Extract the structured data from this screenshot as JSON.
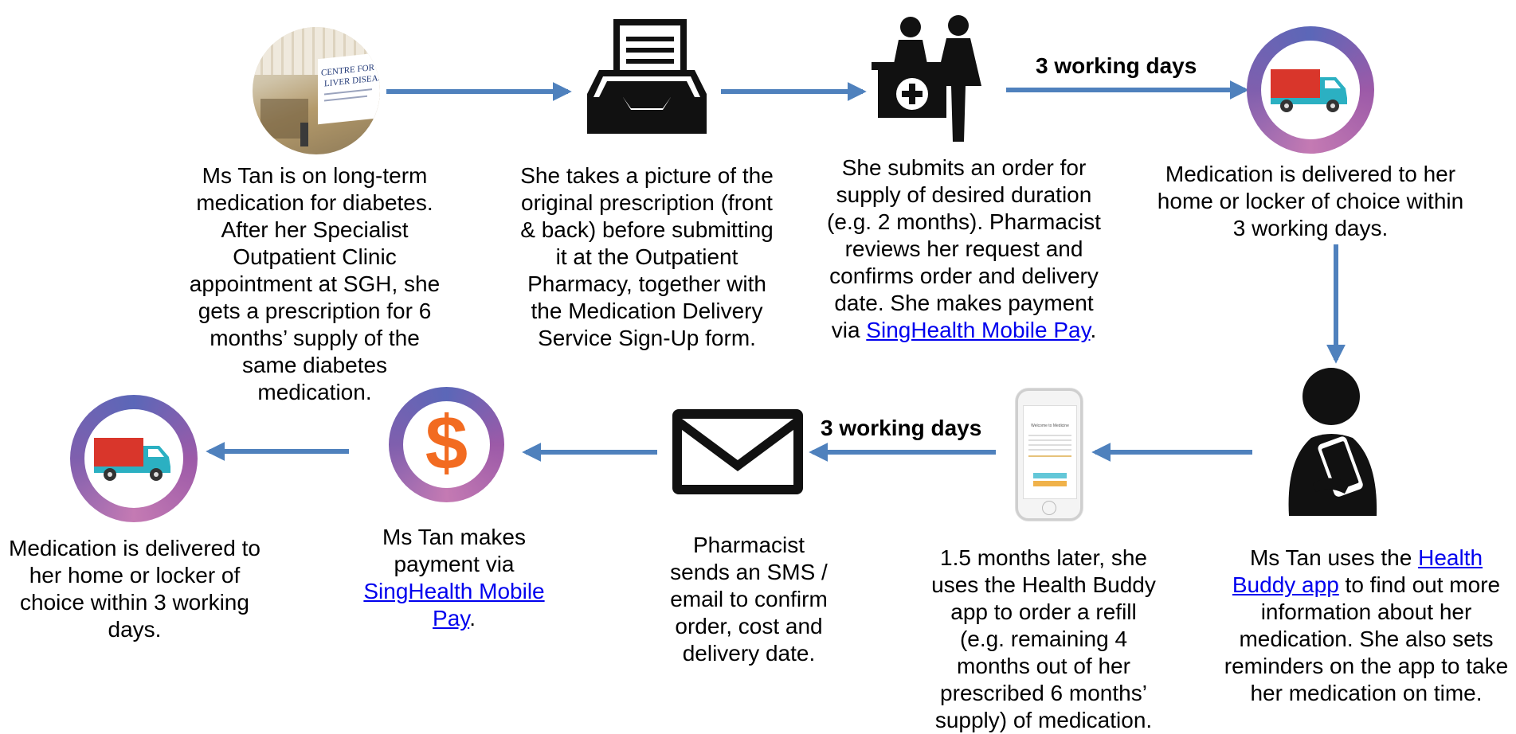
{
  "steps": {
    "step1": "Ms Tan is on long-term medication for diabetes. After her Specialist Outpatient Clinic appointment at SGH, she gets a prescription for 6 months’ supply of the same diabetes medication.",
    "step2": "She takes a picture of the original prescription (front & back) before submitting it at the Outpatient Pharmacy, together with the Medication Delivery Service Sign-Up form.",
    "step3_pre": "She submits an order for supply of desired duration (e.g. 2 months). Pharmacist reviews her request and confirms order and delivery date. She makes payment via ",
    "step3_link": "SingHealth Mobile Pay",
    "step3_post": ".",
    "step4": "Medication is delivered to her home or locker of choice within 3 working days.",
    "step5_pre": "Ms Tan uses the ",
    "step5_link": "Health Buddy app",
    "step5_post": " to find out more information about her medication. She also sets reminders on the app to take her medication on time.",
    "step6": "1.5 months later, she uses the Health Buddy app to order a refill (e.g. remaining 4 months out of her prescribed 6 months’ supply) of medication.",
    "step7": "Pharmacist sends an SMS / email to confirm order, cost and delivery date.",
    "step8_pre": "Ms Tan makes payment via ",
    "step8_link": "SingHealth Mobile Pay",
    "step8_post": ".",
    "step9": "Medication is delivered to her home or locker of choice within 3 working days."
  },
  "labels": {
    "days_top": "3 working days",
    "days_bottom": "3 working days"
  },
  "photo_sign": {
    "line1": "CENTRE FOR DIG",
    "line2": "LIVER DISEASES"
  },
  "phone_screen": {
    "title": "Welcome to Medicine"
  },
  "dollar_symbol": "$",
  "colors": {
    "arrow": "#4f81bd",
    "link": "#0000ee",
    "truck_cargo": "#d9362b",
    "truck_cab": "#2bb0c2",
    "dollar": "#f26b21"
  }
}
